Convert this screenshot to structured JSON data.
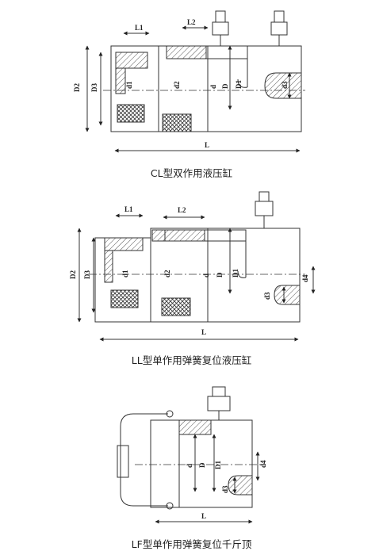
{
  "figures": [
    {
      "id": "cl",
      "caption": "CL型双作用液压缸",
      "dims": {
        "L1": "L1",
        "L2": "L2",
        "D2": "D2",
        "D3": "D3",
        "d1": "d1",
        "d2": "d2",
        "d": "d",
        "D": "D",
        "D1": "D1",
        "d3": "d3",
        "L": "L"
      }
    },
    {
      "id": "ll",
      "caption": "LL型单作用弹簧复位液压缸",
      "dims": {
        "L1": "L1",
        "L2": "L2",
        "D2": "D2",
        "D3": "D3",
        "d1": "d1",
        "d2": "d2",
        "d": "d",
        "D": "D",
        "D1": "D1",
        "d4": "d4",
        "d3": "d3",
        "L": "L"
      }
    },
    {
      "id": "lf",
      "caption": "LF型单作用弹簧复位千斤顶",
      "dims": {
        "d": "d",
        "D": "D",
        "D1": "D1",
        "d3": "d3",
        "d4": "d4",
        "L": "L"
      }
    }
  ]
}
